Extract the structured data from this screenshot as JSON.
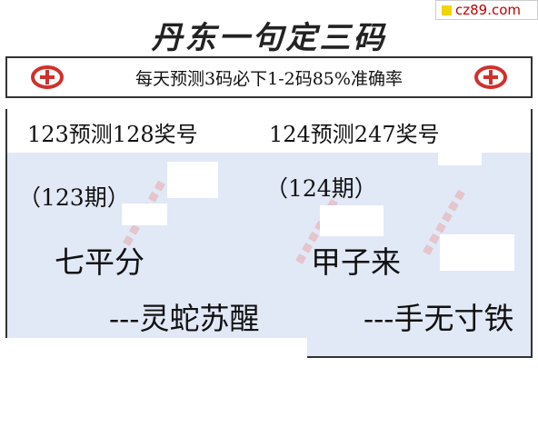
{
  "site_badge": {
    "text": "cz89.com",
    "accent_color": "#f3d400",
    "text_color": "#c00000"
  },
  "title": "丹东一句定三码",
  "subtitle": "每天预测3码必下1-2码85%准确率",
  "logo": {
    "icon": "lottery-logo-icon",
    "color": "#d0312d"
  },
  "header": {
    "left": "123预测128奖号",
    "right": "124预测247奖号"
  },
  "entries": [
    {
      "period": "（123期）",
      "phrase": "七平分",
      "answer": "---灵蛇苏醒"
    },
    {
      "period": "（124期）",
      "phrase": "甲子来",
      "answer": "---手无寸铁"
    }
  ],
  "panel_color": "#e1e8f6"
}
